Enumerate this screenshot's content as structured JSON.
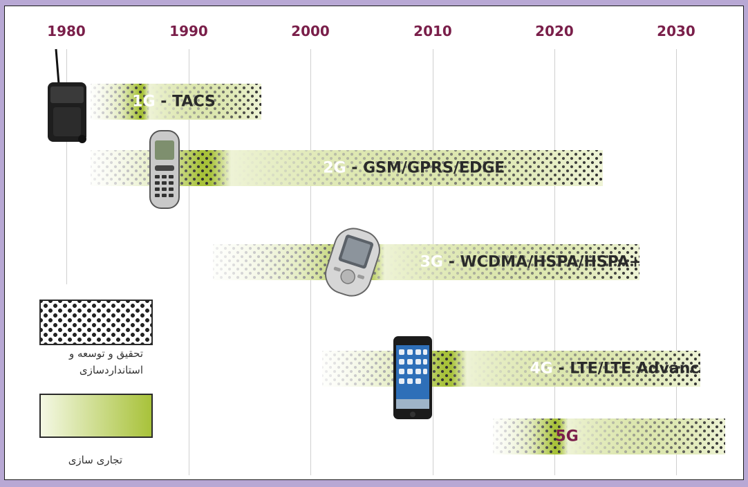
{
  "years": [
    "1980",
    "1990",
    "2000",
    "2010",
    "2020",
    "2030"
  ],
  "generations": [
    {
      "gen": "1G",
      "tech": " - TACS",
      "research_start": 1982,
      "commercial_start": 1986,
      "end": 1996
    },
    {
      "gen": "2G",
      "tech": " - GSM/GPRS/EDGE",
      "research_start": 1982,
      "commercial_start": 1991,
      "end": 2024
    },
    {
      "gen": "3G",
      "tech": " - WCDMA/HSPA/HSPA+",
      "research_start": 1992,
      "commercial_start": 2004,
      "end": 2027
    },
    {
      "gen": "4G",
      "tech": " - LTE/LTE Advanced",
      "research_start": 2001,
      "commercial_start": 2011,
      "end": 2032
    },
    {
      "gen": "5G",
      "tech": "",
      "research_start": 2015,
      "commercial_start": 2020,
      "end": 2034
    }
  ],
  "legend": {
    "research_label": "تحقیق و توسعه و استانداردسازی",
    "commercial_label": "تجاری سازی"
  },
  "colors": {
    "year_text": "#7a1f4a",
    "band_green": "#a8c23a",
    "band_pale": "#eef3d6",
    "dots": "#333333"
  },
  "icons": [
    "brick-phone-icon",
    "candybar-phone-icon",
    "flip-smartphone-icon",
    "touchscreen-smartphone-icon"
  ]
}
